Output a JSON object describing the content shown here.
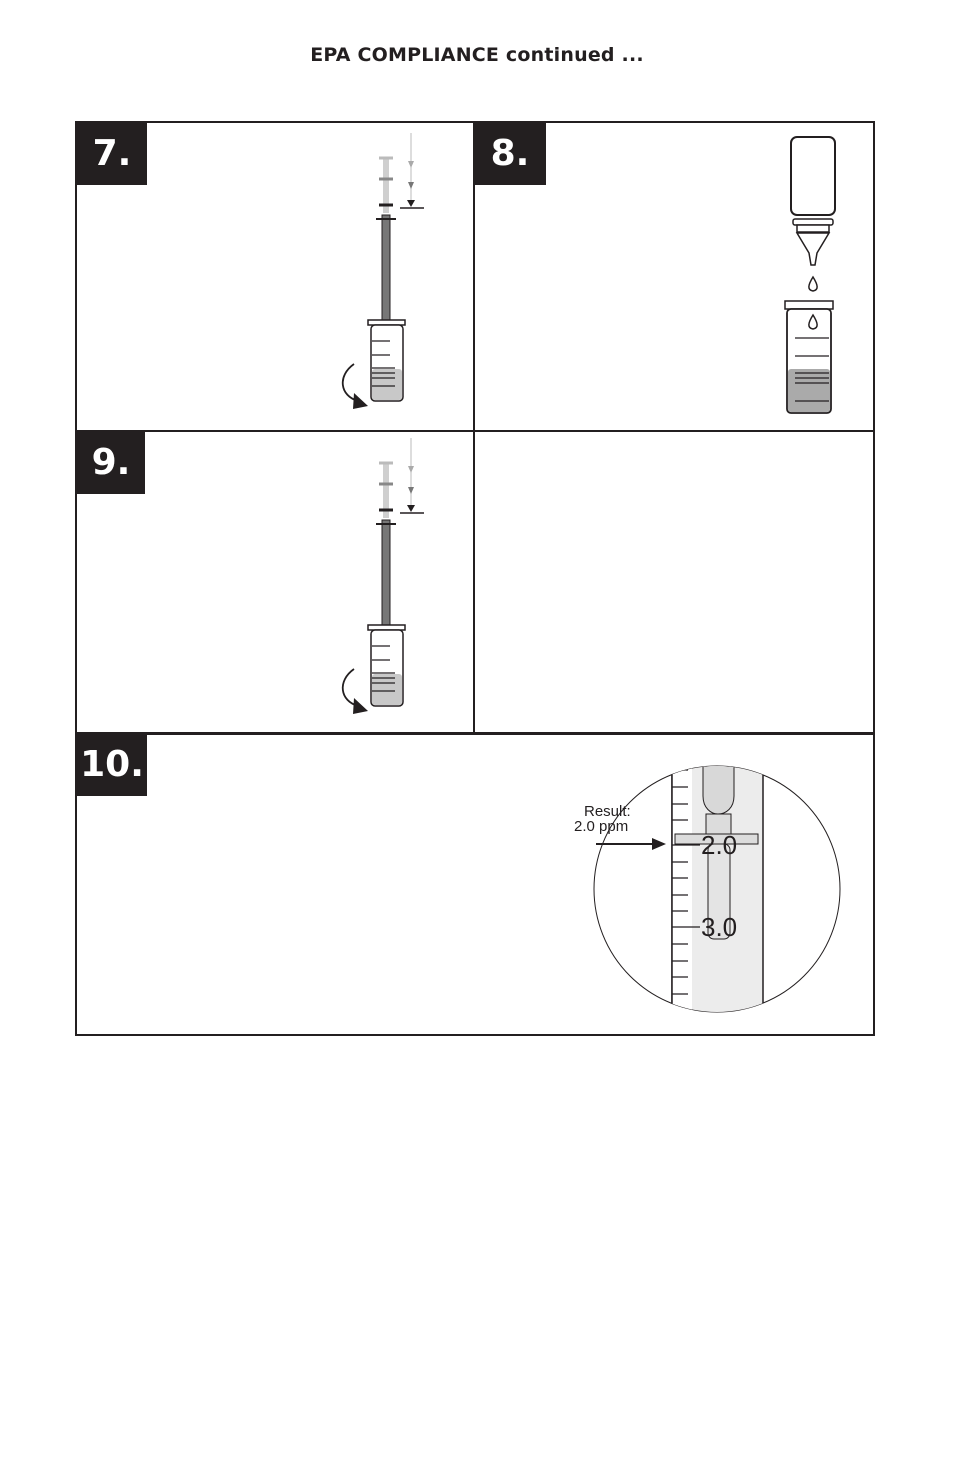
{
  "header": {
    "title": "EPA COMPLIANCE  continued ..."
  },
  "steps": [
    {
      "number": "7."
    },
    {
      "number": "8."
    },
    {
      "number": "9."
    },
    {
      "number": "10."
    }
  ],
  "result_callout": {
    "label": "Result:",
    "value": "2.0 ppm"
  },
  "scale": {
    "mark_top": "2.0",
    "mark_bottom": "3.0"
  },
  "colors": {
    "ink": "#231f20",
    "liquid": "#c8c8c8",
    "light_fill": "#ececec"
  }
}
